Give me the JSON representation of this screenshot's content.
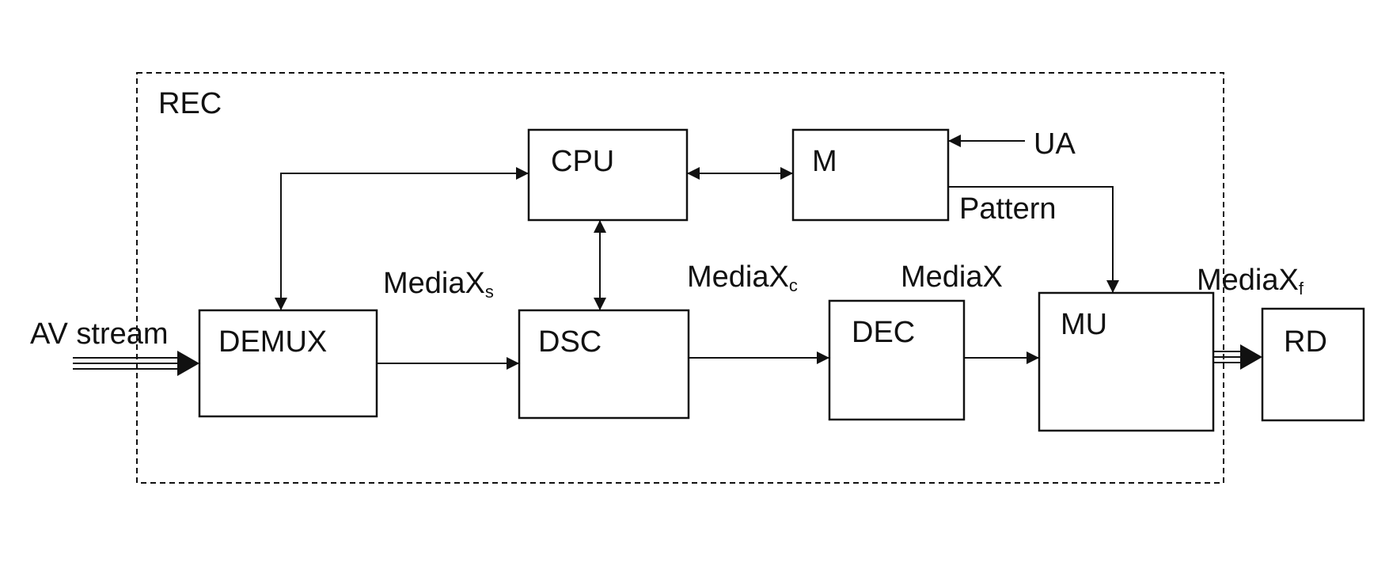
{
  "diagram": {
    "frame_label": "REC",
    "blocks": {
      "cpu": "CPU",
      "m": "M",
      "demux": "DEMUX",
      "dsc": "DSC",
      "dec": "DEC",
      "mu": "MU",
      "rd": "RD"
    },
    "signals": {
      "ua": "UA",
      "pattern": "Pattern",
      "av_stream": "AV stream",
      "mediax_s_base": "MediaX",
      "mediax_s_sub": "s",
      "mediax_c_base": "MediaX",
      "mediax_c_sub": "c",
      "mediax": "MediaX",
      "mediax_f_base": "MediaX",
      "mediax_f_sub": "f"
    }
  }
}
